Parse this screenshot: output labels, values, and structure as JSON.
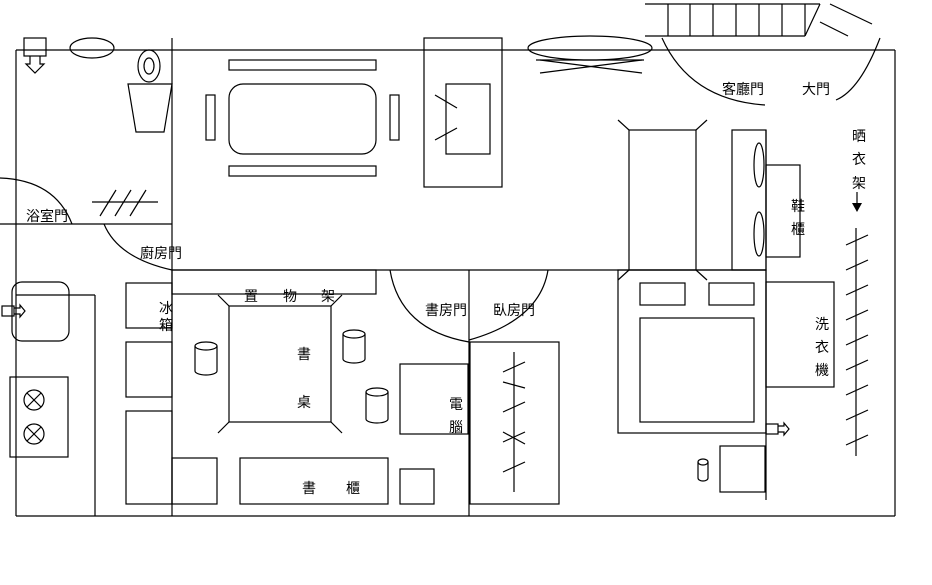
{
  "labels": {
    "living_room_door": "客廳門",
    "main_door": "大門",
    "drying_rack": [
      "晒",
      "衣",
      "架"
    ],
    "shoe_cabinet": [
      "鞋",
      "櫃"
    ],
    "bathroom_door": "浴室門",
    "kitchen_door": "廚房門",
    "refrigerator": [
      "冰",
      "箱"
    ],
    "storage_shelf": [
      "置",
      "物",
      "架"
    ],
    "desk": [
      "書",
      "桌"
    ],
    "study_door": "書房門",
    "bedroom_door": "臥房門",
    "computer": [
      "電",
      "腦"
    ],
    "washing_machine": [
      "洗",
      "衣",
      "機"
    ],
    "bookcase": [
      "書",
      "櫃"
    ]
  }
}
